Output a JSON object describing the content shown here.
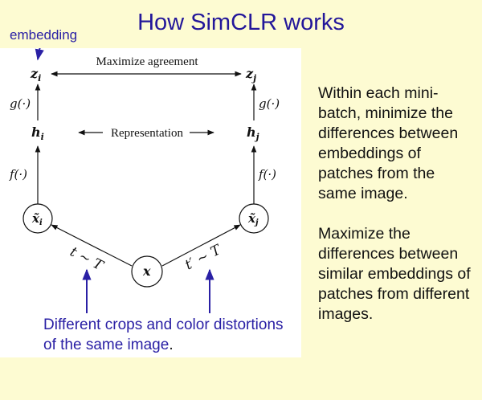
{
  "title": "How SimCLR works",
  "embedding_label": "embedding",
  "diagram": {
    "maximize_agreement": "Maximize agreement",
    "representation": "Representation",
    "z_i": "z",
    "z_j": "z",
    "sub_i": "i",
    "sub_j": "j",
    "h_i": "h",
    "h_j": "h",
    "g_func": "g(·)",
    "f_func": "f(·)",
    "x_tilde_i": "x̃",
    "x_tilde_j": "x̃",
    "x": "x",
    "aug_left": "t ~ T",
    "aug_right": "t′ ~ T"
  },
  "caption": {
    "text": "Different crops and color distortions of the same image",
    "period": "."
  },
  "side_text": {
    "para1": "Within each mini-batch, minimize the differences between embeddings of patches from the same image.",
    "para2": "Maximize the differences between similar embeddings of patches from different images."
  },
  "colors": {
    "background": "#fdfbd2",
    "title": "#23179a",
    "annotation_blue": "#2a20a5"
  }
}
